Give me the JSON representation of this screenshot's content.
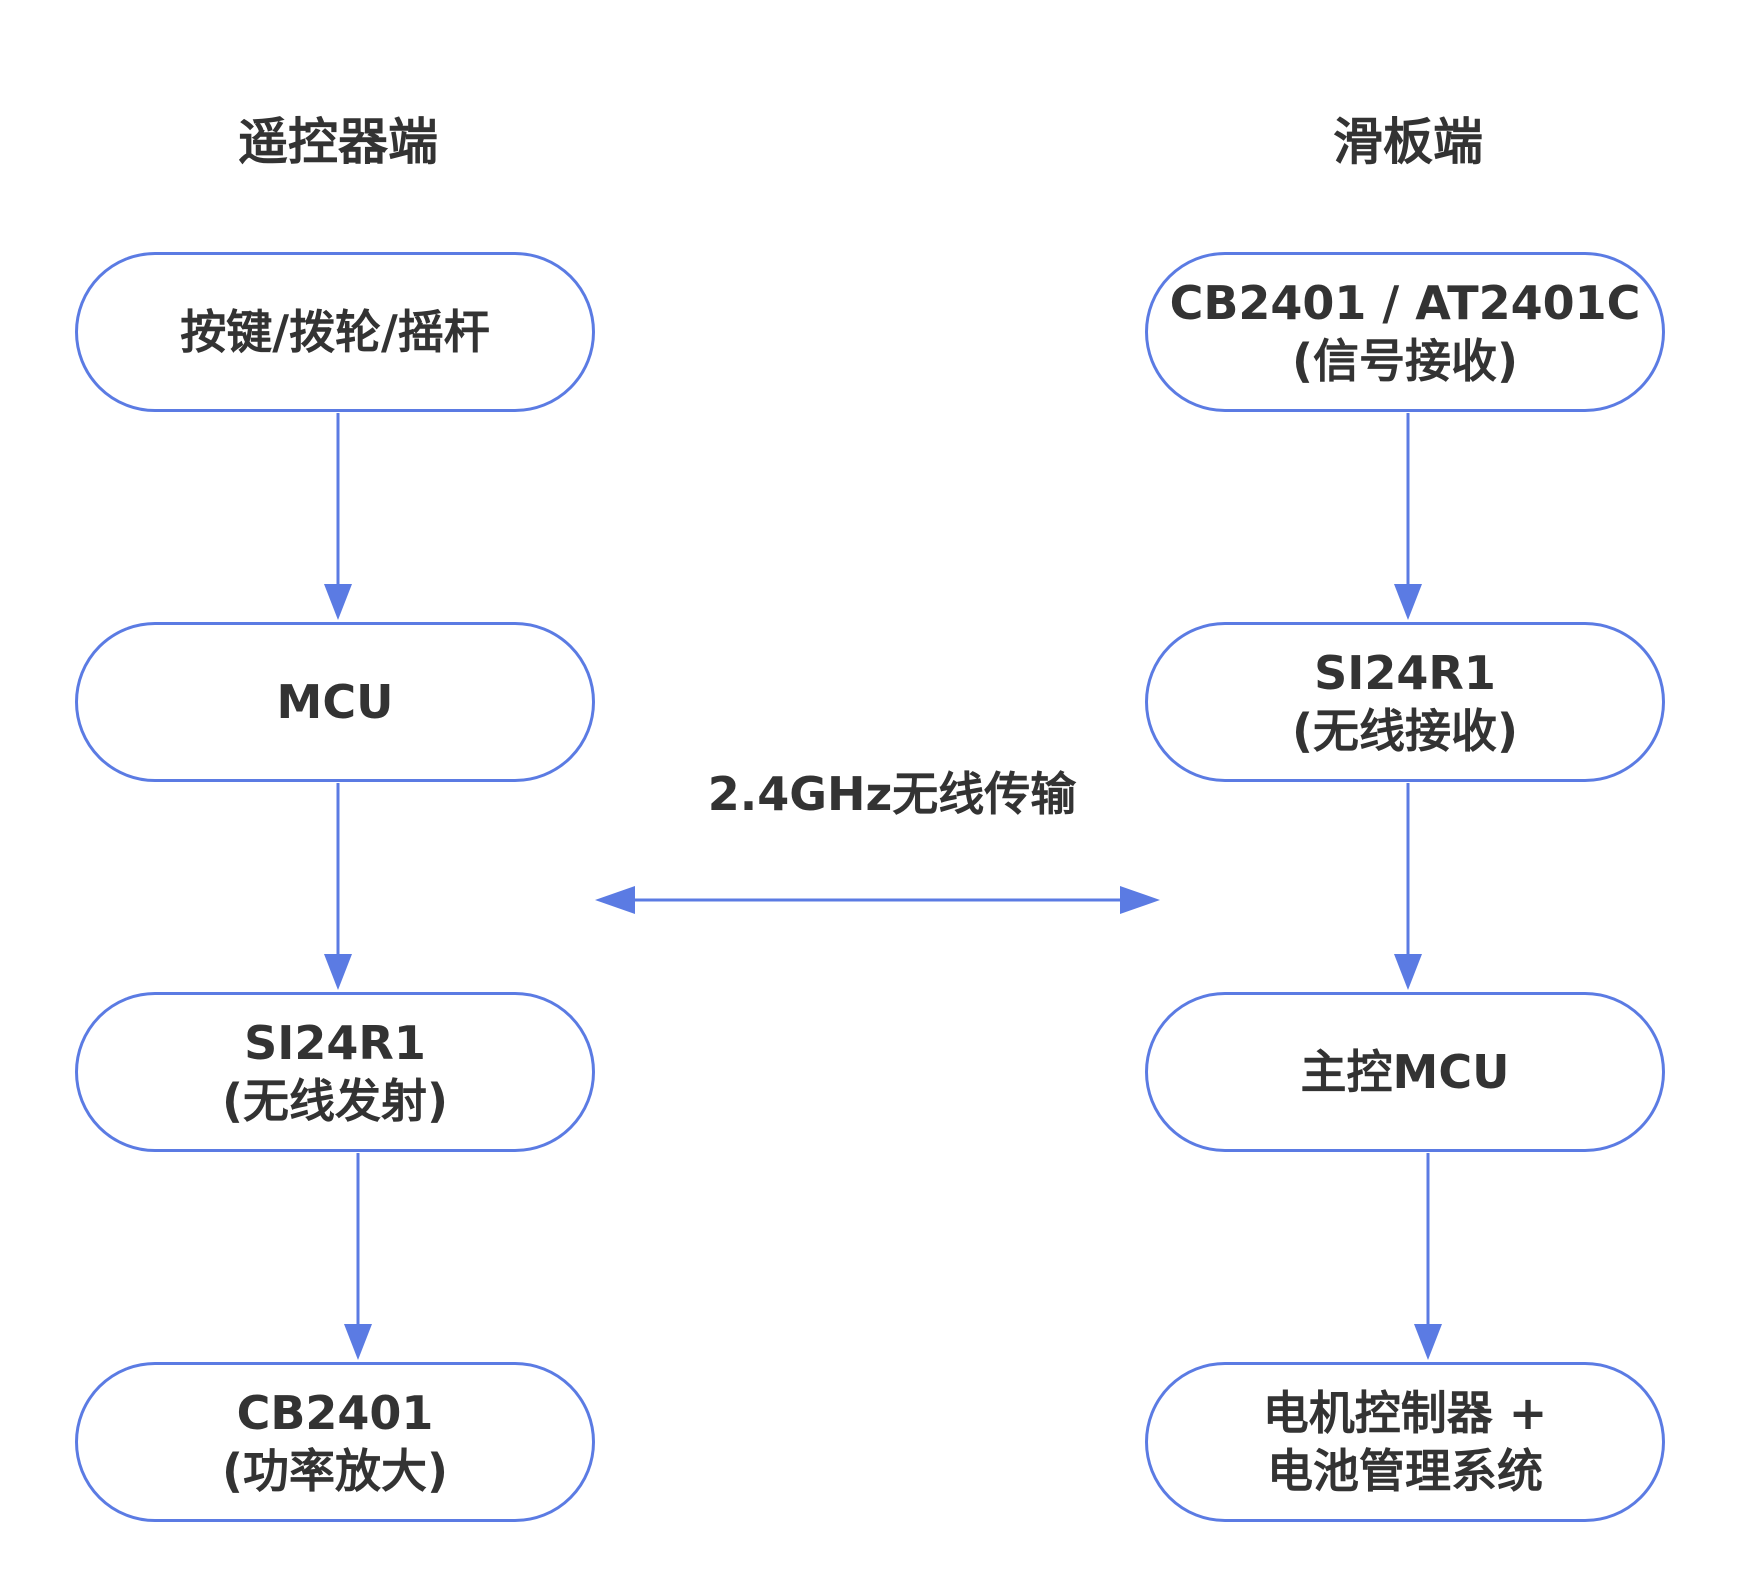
{
  "left_column": {
    "title": "遥控器端",
    "nodes": [
      {
        "line1": "按键/拨轮/摇杆",
        "line2": ""
      },
      {
        "line1": "MCU",
        "line2": ""
      },
      {
        "line1": "SI24R1",
        "line2": "(无线发射)"
      },
      {
        "line1": "CB2401",
        "line2": "(功率放大)"
      }
    ]
  },
  "right_column": {
    "title": "滑板端",
    "nodes": [
      {
        "line1": "CB2401 / AT2401C",
        "line2": "(信号接收)"
      },
      {
        "line1": "SI24R1",
        "line2": "(无线接收)"
      },
      {
        "line1": "主控MCU",
        "line2": ""
      },
      {
        "line1": "电机控制器 +",
        "line2": "电池管理系统"
      }
    ]
  },
  "link": {
    "label": "2.4GHz无线传输"
  },
  "colors": {
    "accent": "#5b7be3",
    "text": "#333333"
  }
}
